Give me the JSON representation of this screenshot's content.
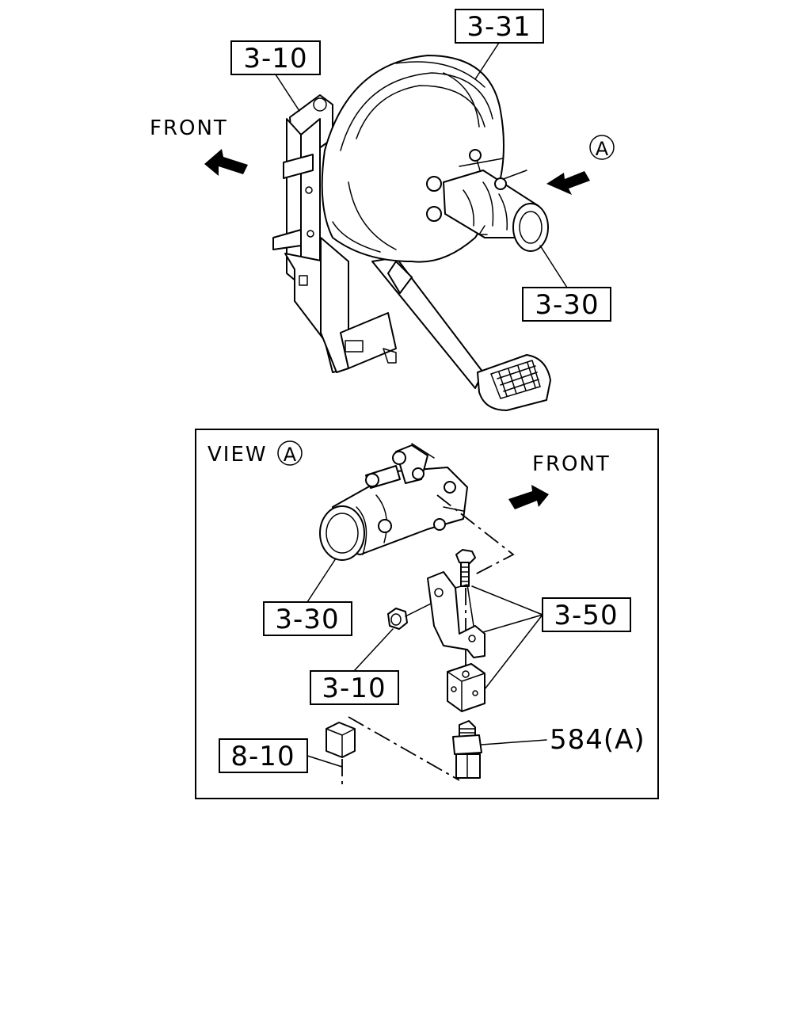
{
  "top_view": {
    "front_label": "FRONT",
    "view_marker": "A",
    "callouts": {
      "pedal_bracket": "3-10",
      "booster": "3-31",
      "master_cylinder": "3-30"
    }
  },
  "view_a": {
    "title": "VIEW",
    "title_marker": "A",
    "front_label": "FRONT",
    "callouts": {
      "master_cylinder": "3-30",
      "nut": "3-10",
      "switch_bracket": "3-50",
      "connector": "8-10",
      "stop_switch": "584(A)"
    }
  }
}
